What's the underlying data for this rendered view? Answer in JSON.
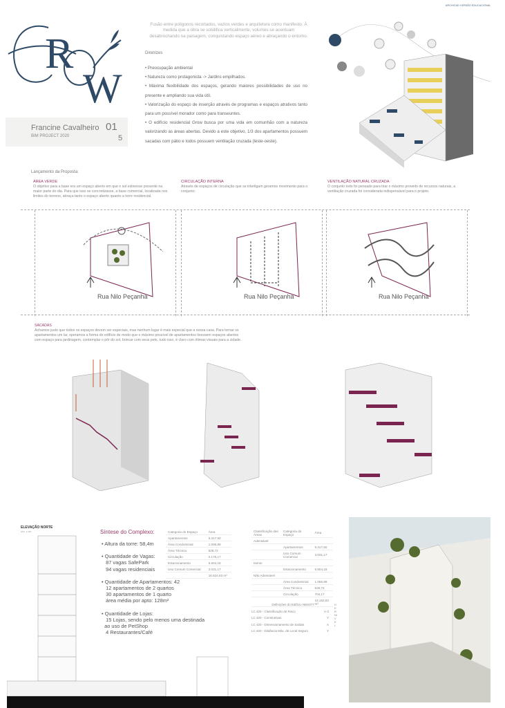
{
  "watermark": "ARCHICAD VERSÃO EDUCACIONAL",
  "logo": {
    "text": "GROW"
  },
  "author": {
    "name": "Francine Cavalheiro",
    "project": "BIM PROJECT 2020",
    "number_top": "01",
    "number_bottom": "5"
  },
  "intro": "Fusão entre polígonos recortados, vazios verdes e arquitetura como manifesto. À medida que a obra se solidifica verticalmente, volumes se acentuam desabrochando na paisagem, conquistando espaço aéreo e abraçando o entorno.",
  "diretrizes": {
    "title": "Diretrizes",
    "items": [
      "•  Preocupação ambiental",
      "•  Natureza como protagonista -> Jardins empilhados.",
      "• Máxima flexibilidade dos espaços, gerando maiores possibilidades de uso no presente e ampliando sua vida útil.",
      "• Valorização do espaço de inserção através de programas e espaços atrativos tanto para um possível morador como para transeuntes.",
      "• O edifício residencial Grow busca por uma vida em comunhão com a natureza valorizando as áreas abertas. Devido a este objetivo, 1/3 dos apartamentos possuem sacadas com pátio e todos possuem ventilação cruzada (leste-oeste)."
    ]
  },
  "proposta": {
    "title": "Lançamento da Proposta:",
    "columns": [
      {
        "heading": "ÁREA VERDE",
        "text": "O objetivo para a base era um espaço aberto em que o sol estivesse presente na maior parte do dia. Para que isso se concretizasse, a base comercial, localizada nos limites do terreno, abraça tanto o espaço aberto quanto a torre residencial."
      },
      {
        "heading": "CIRCULAÇÃO INTERNA",
        "text": "Através de espaços de circulação que se interligam geramos movimento para o conjunto."
      },
      {
        "heading": "VENTILAÇÃO NATURAL CRUZADA",
        "text": "O conjunto todo foi pensado para tirar o máximo proveito de recursos naturais, a ventilação cruzada foi considerada indispensável para o projeto."
      }
    ],
    "street": "Rua Nilo Peçanha"
  },
  "sacadas": {
    "heading": "SACADAS",
    "text": "Achamos justo que todos os espaços devem ser especiais, mas nenhum lugar é mais especial que a nossa casa. Para tornar os apartamentos um lar, operamos a forma do edifício de modo que o máximo possível de apartamentos tivessem espaços abertos com espaço para jardinagem, contemplar o pôr do sol, brincar com seus pets, tudo isso, é claro com ótimas visuais para a cidade."
  },
  "elevacao": {
    "title": "ELEVAÇÃO NORTE",
    "scale": "ESC. 1:200"
  },
  "sintese": {
    "title": "Síntese do Complexo:",
    "facts": [
      "• Altura da torre: 58,4m",
      "",
      "• Quantidade de Vagas:",
      "   87 vagas SafePark",
      "   94 vagas residenciais",
      "",
      "• Quantidade de Apartamentos: 42",
      "   12 apartamentos de 2 quartos",
      "   30 apartamentos de 1 quarto",
      "   área média por apto: 128m²",
      "",
      "• Quantidade de Lojas:",
      "   15 Lojas, sendo pelo menos uma destinada",
      "  ao uso de PetShop",
      "   4 Restaurantes/Café"
    ]
  },
  "table1": {
    "headers": [
      "Categoria do Espaço",
      "Área"
    ],
    "rows": [
      [
        "Apartamentos",
        "5.317,50"
      ],
      [
        "Área Condominial",
        "1.066,89"
      ],
      [
        "Área Técnica",
        "528,72"
      ],
      [
        "Circulação",
        "2.176,17"
      ],
      [
        "Estacionamento",
        "5.504,18"
      ],
      [
        "Uso Comum Comercial",
        "2.031,17"
      ],
      [
        "",
        "16.624,63 m²"
      ]
    ]
  },
  "table2": {
    "headers": [
      "Classificação das Áreas",
      "Categoria do Espaço",
      "Área"
    ],
    "rows": [
      [
        "Adensável",
        "",
        ""
      ],
      [
        "",
        "Apartamentos",
        "5.317,50"
      ],
      [
        "",
        "Uso Comum Comercial",
        "2.031,17"
      ],
      [
        "Isento",
        "",
        ""
      ],
      [
        "",
        "Estacionamento",
        "5.504,18"
      ],
      [
        "Não Adensável",
        "",
        ""
      ],
      [
        "",
        "Área Condominial",
        "1.066,89"
      ],
      [
        "",
        "Área Técnica",
        "528,72"
      ],
      [
        "",
        "Circulação",
        "704,17"
      ],
      [
        "",
        "",
        "15.152,63 m²"
      ]
    ]
  },
  "definicoes": {
    "title": "Definições do Edifício NBS077",
    "rows": [
      [
        "LC 420 - Classificação de Risco",
        "A-2"
      ],
      [
        "LC 420 - Construtivas",
        "Y"
      ],
      [
        "LC 420 - Dimensionamento de Saídas",
        "A"
      ],
      [
        "LC 420 - Distância Máx. de Local Seguro",
        "Y"
      ]
    ],
    "vertical": "HERNIVEL"
  },
  "colors": {
    "accent": "#9b3a6a",
    "logo": "#2f4a66",
    "balcony": "#7a2550",
    "yellow": "#e8cf5a"
  }
}
